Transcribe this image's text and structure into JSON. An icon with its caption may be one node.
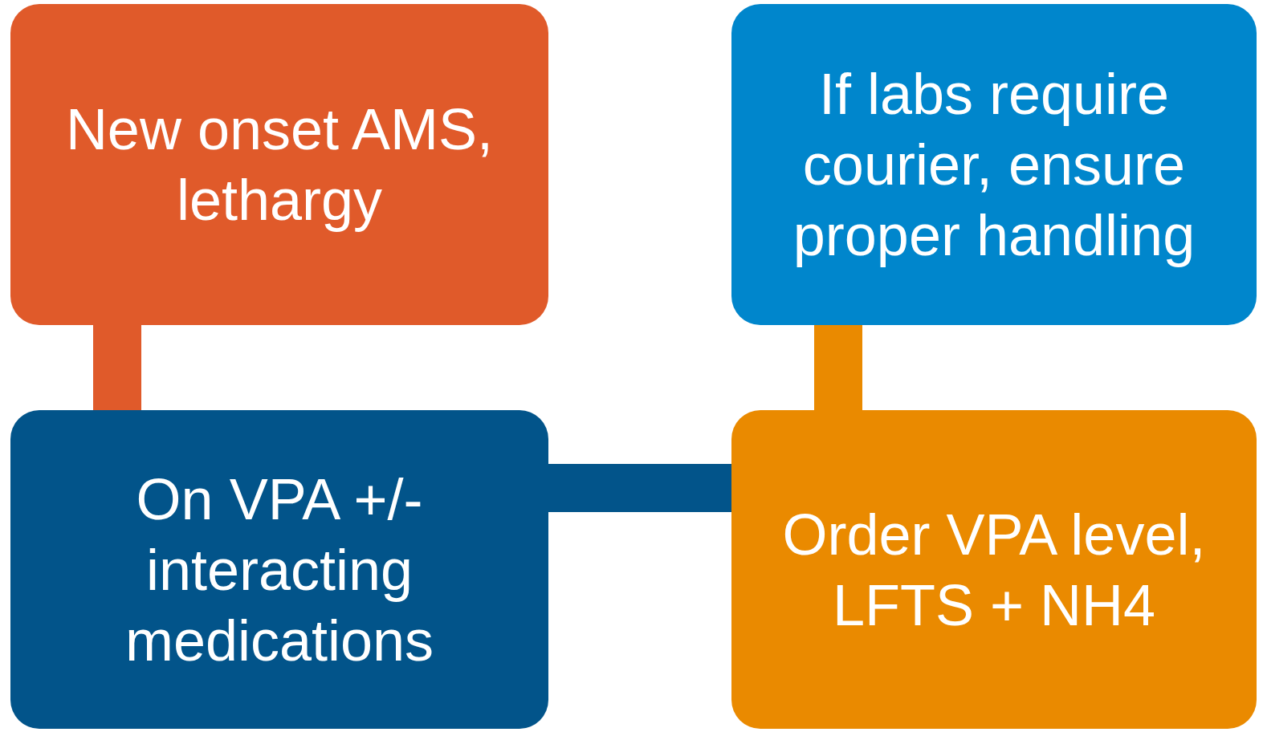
{
  "diagram": {
    "nodes": [
      {
        "text": [
          "New onset AMS, lethargy"
        ]
      },
      {
        "text": [
          "If labs require courier, ensure proper handling"
        ]
      },
      {
        "text": [
          "On VPA +/- interacting medications"
        ]
      },
      {
        "text": [
          "Order VPA level, LFTS + NH4"
        ]
      }
    ],
    "edges": [
      {
        "from": 0,
        "to": 2,
        "arrow": "none",
        "color": "#e05a2a"
      },
      {
        "from": 2,
        "to": 3,
        "arrow": "none",
        "color": "#02548a"
      },
      {
        "from": 3,
        "to": 1,
        "arrow": "none",
        "color": "#ea8a00"
      }
    ]
  }
}
